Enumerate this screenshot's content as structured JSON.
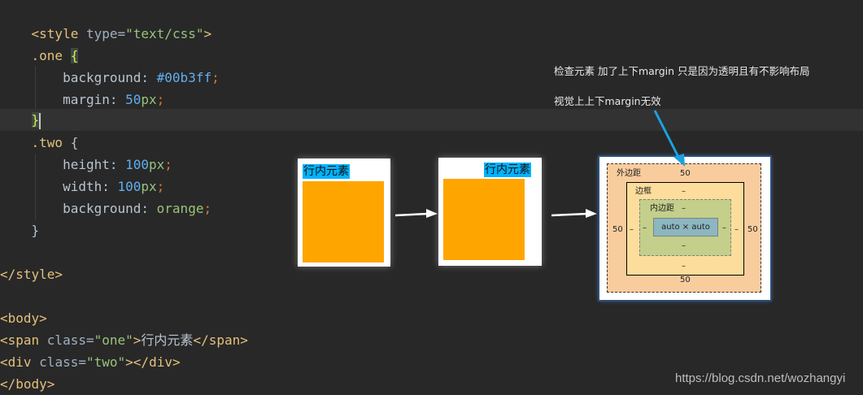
{
  "code": {
    "line1": {
      "open": "<style ",
      "attr": "type",
      "eq": "=",
      "val": "\"text/css\"",
      "close": ">"
    },
    "rule1": {
      "selector": ".one",
      "open_brace": "{",
      "close_brace": "}"
    },
    "rule1_decls": [
      {
        "prop": "background",
        "value": "#00b3ff"
      },
      {
        "prop": "margin",
        "num": "50",
        "unit": "px"
      }
    ],
    "rule2": {
      "selector": ".two",
      "open_brace": "{",
      "close_brace": "}"
    },
    "rule2_decls": [
      {
        "prop": "height",
        "num": "100",
        "unit": "px"
      },
      {
        "prop": "width",
        "num": "100",
        "unit": "px"
      },
      {
        "prop": "background",
        "value": "orange"
      }
    ],
    "style_close": "</style>",
    "body_open": "<body>",
    "span_line": {
      "open": "<span ",
      "attr": "class",
      "eq": "=",
      "val": "\"one\"",
      "gt": ">",
      "text": "行内元素",
      "close": "</span>"
    },
    "div_line": {
      "open": "<div ",
      "attr": "class",
      "eq": "=",
      "val": "\"two\"",
      "gt": ">",
      "close": "</div>"
    },
    "body_close": "</body>",
    "colon": ": ",
    "semicolon": ";"
  },
  "demo": {
    "span_text": "行内元素",
    "span_color": "#00b3ff",
    "block_color": "#ffa500"
  },
  "box_model": {
    "margin_label": "外边距",
    "border_label": "边框",
    "padding_label": "内边距",
    "margin_top": "50",
    "margin_bottom": "50",
    "margin_left": "50",
    "margin_right": "50",
    "border_top": "–",
    "border_bottom": "–",
    "border_left": "–",
    "border_right": "–",
    "padding_top": "–",
    "padding_bottom": "–",
    "padding_left": "–",
    "padding_right": "–",
    "content": "auto × auto"
  },
  "annotations": {
    "line1": "检查元素 加了上下margin  只是因为透明且有不影响布局",
    "line2": "视觉上上下margin无效"
  },
  "watermark": "https://blog.csdn.net/wozhangyi"
}
